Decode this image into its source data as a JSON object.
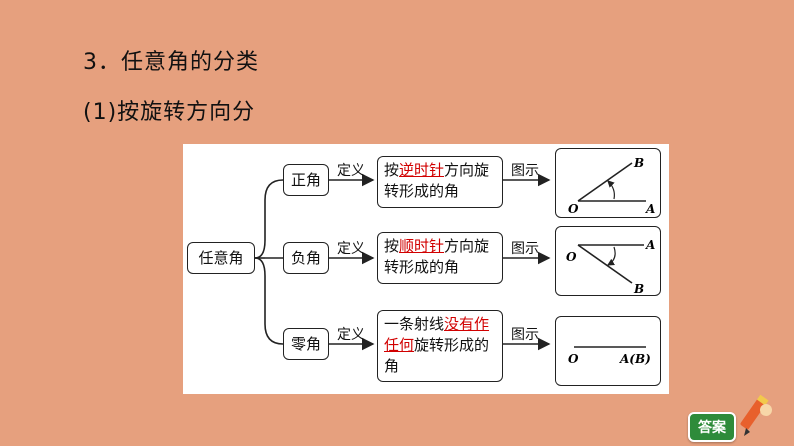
{
  "heading": "3．任意角的分类",
  "subheading": "(1)按旋转方向分",
  "diagram": {
    "root": "任意角",
    "branches": [
      {
        "name": "正角",
        "def_label": "定义",
        "desc_prefix": "按",
        "desc_highlight": "逆时针",
        "desc_suffix": "方向旋转形成的角",
        "fig_label": "图示",
        "points": [
          "O",
          "A",
          "B"
        ]
      },
      {
        "name": "负角",
        "def_label": "定义",
        "desc_prefix": "按",
        "desc_highlight": "顺时针",
        "desc_suffix": "方向旋转形成的角",
        "fig_label": "图示",
        "points": [
          "O",
          "A",
          "B"
        ]
      },
      {
        "name": "零角",
        "def_label": "定义",
        "desc_prefix": "一条射线",
        "desc_highlight": "没有作任何",
        "desc_suffix": "旋转形成的角",
        "fig_label": "图示",
        "points": [
          "O",
          "A(B)"
        ]
      }
    ]
  },
  "answer_badge": "答案"
}
